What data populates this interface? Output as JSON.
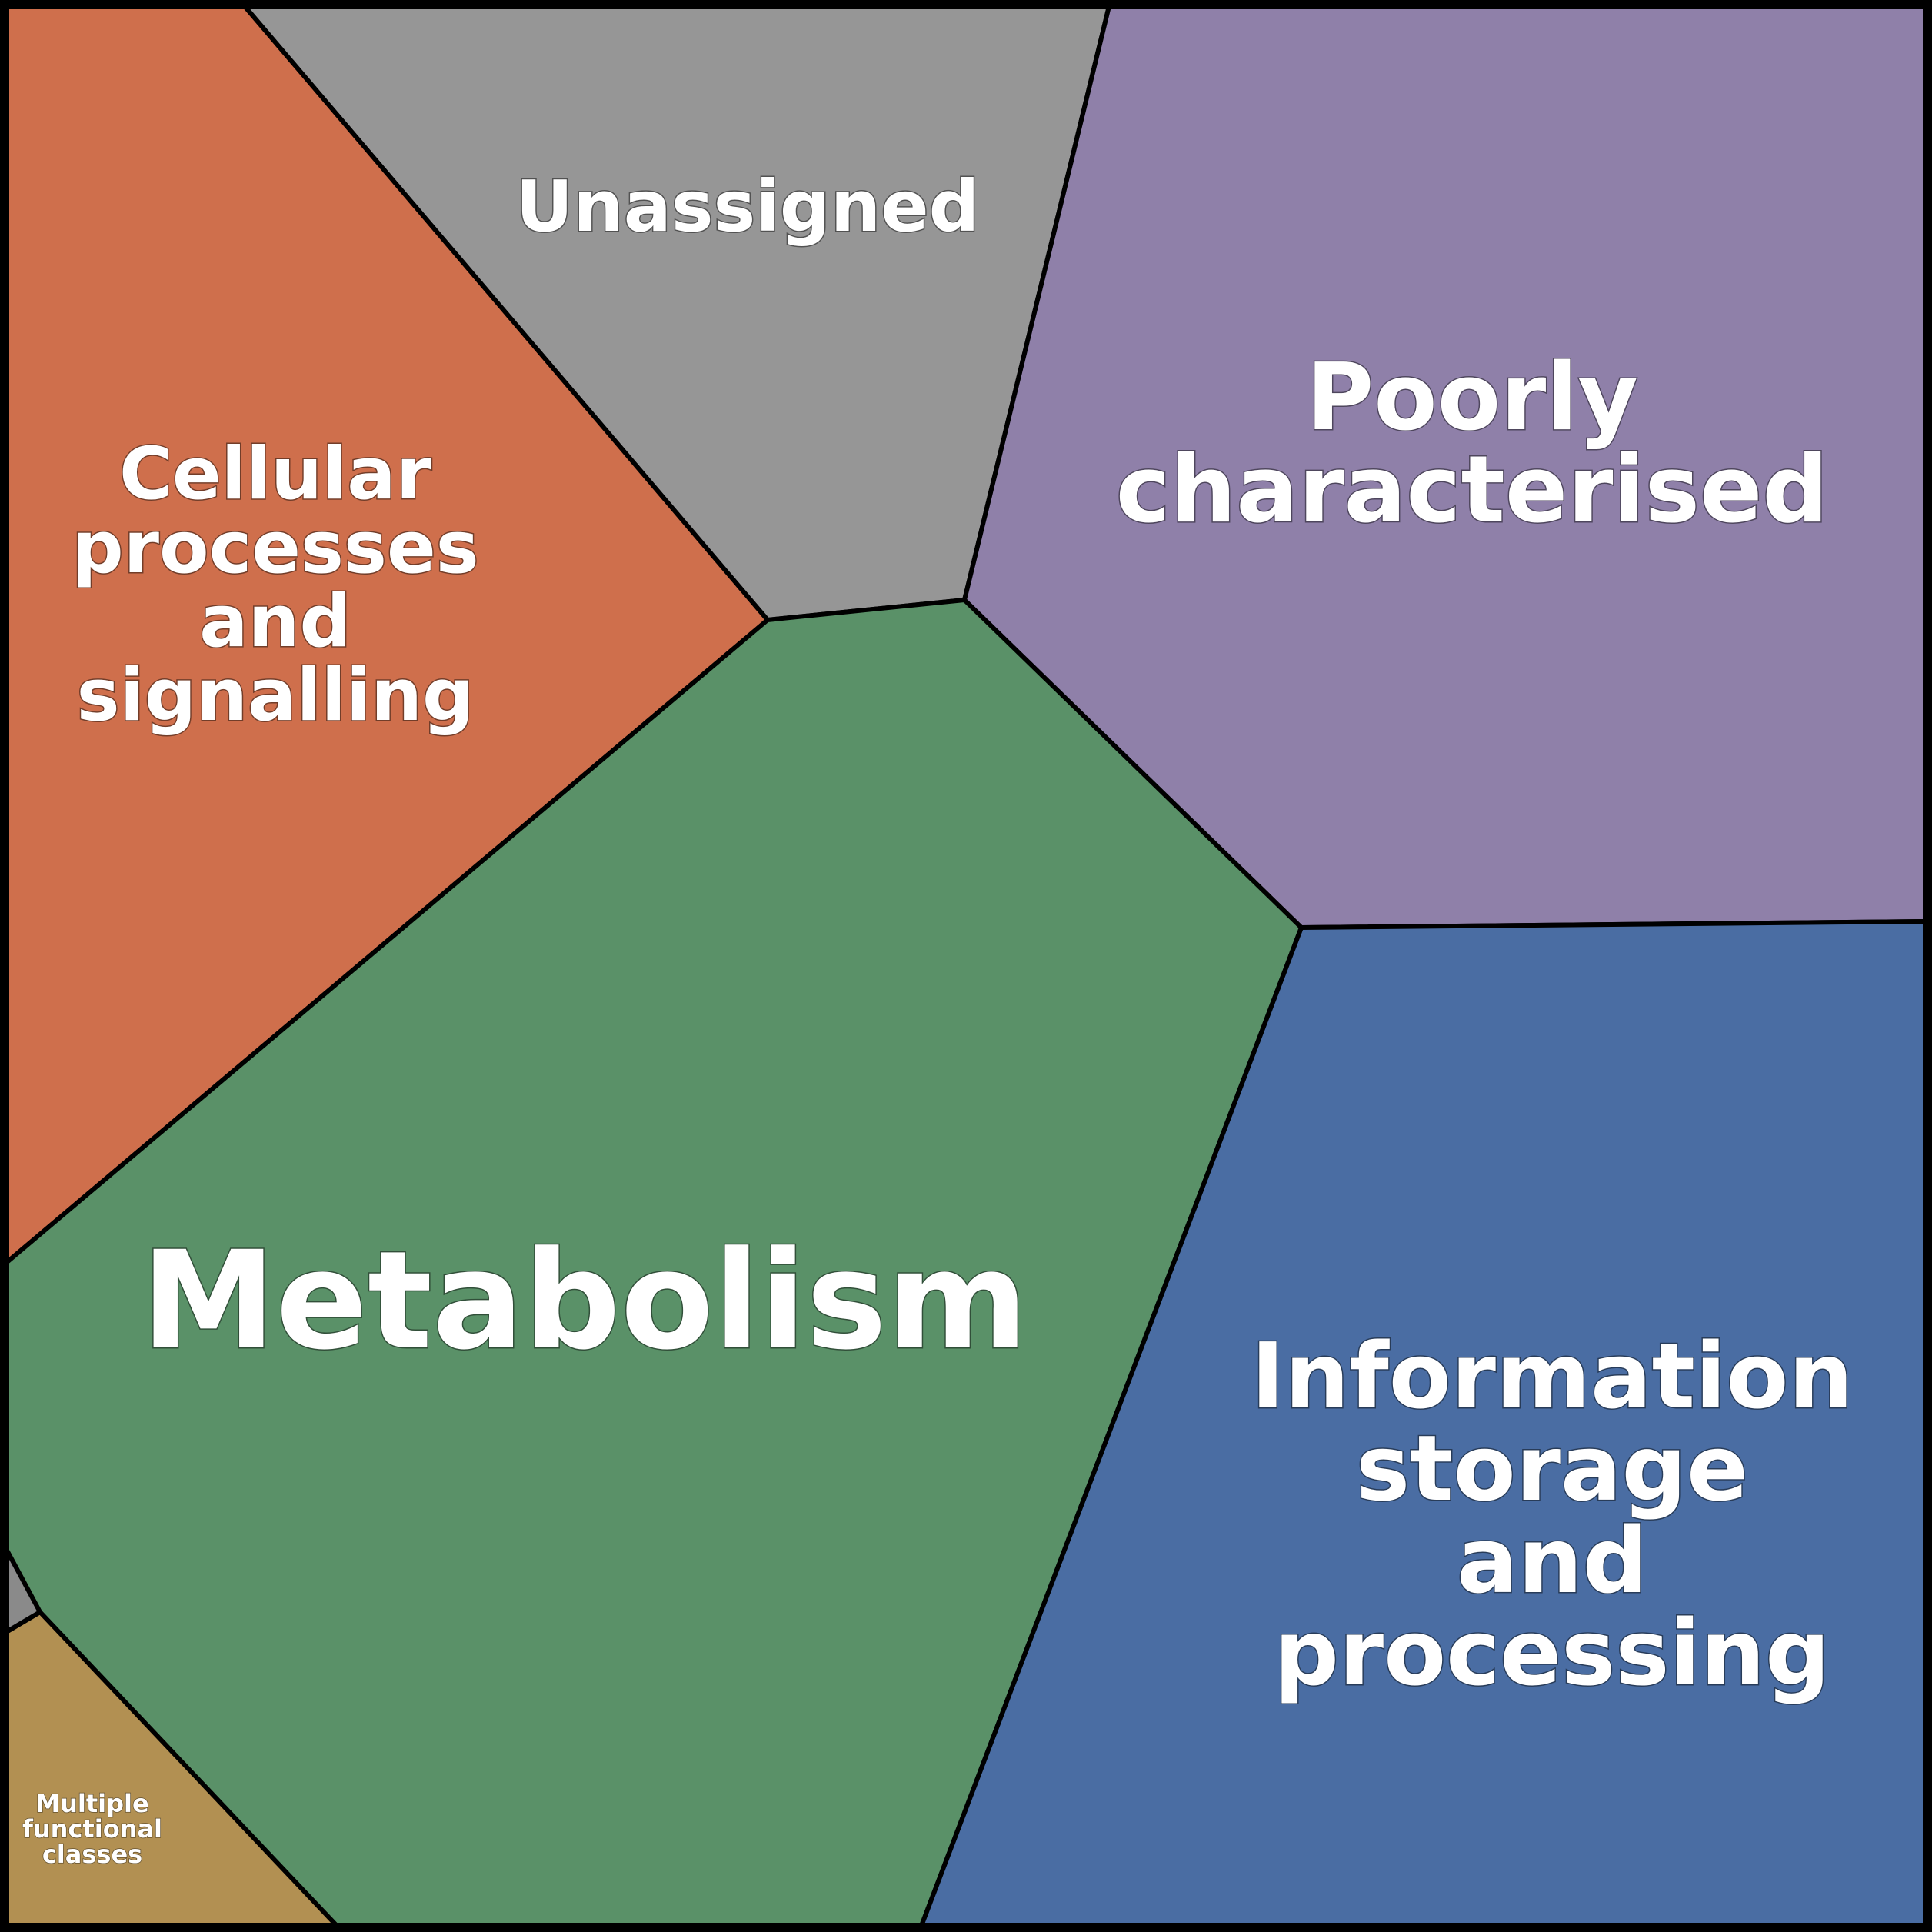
{
  "chart_data": {
    "type": "treemap",
    "title": "",
    "regions": [
      {
        "id": "unassigned",
        "lines": [
          "Unassigned"
        ],
        "color": "#969696"
      },
      {
        "id": "poorly",
        "lines": [
          "Poorly",
          "characterised"
        ],
        "color": "#8f80a9"
      },
      {
        "id": "cellular",
        "lines": [
          "Cellular",
          "processes",
          "and",
          "signalling"
        ],
        "color": "#cf6f4c"
      },
      {
        "id": "metabolism",
        "lines": [
          "Metabolism"
        ],
        "color": "#5a9168"
      },
      {
        "id": "info",
        "lines": [
          "Information",
          "storage",
          "and",
          "processing"
        ],
        "color": "#4a6da3"
      },
      {
        "id": "multiple",
        "lines": [
          "Multiple",
          "functional",
          "classes"
        ],
        "color": "#b29052"
      },
      {
        "id": "sliver",
        "lines": [],
        "color": "#8a8a8a"
      }
    ]
  }
}
